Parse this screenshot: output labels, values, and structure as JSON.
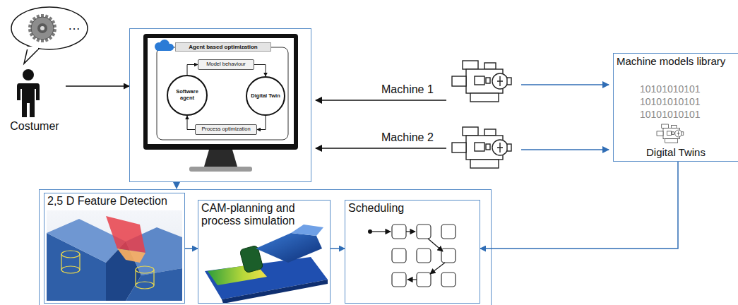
{
  "diagram": {
    "nodes": [
      {
        "text": [
          "Costumer"
        ]
      },
      {
        "text": [
          "Agent based optimization"
        ]
      },
      {
        "text": [
          "Model behaviour"
        ],
        "in": 1
      },
      {
        "text": [
          "Software agent"
        ],
        "in": 1
      },
      {
        "text": [
          "Digital Twin"
        ],
        "in": 1
      },
      {
        "text": [
          "Process optimization"
        ],
        "in": 1
      },
      {
        "text": [
          "Machine models library",
          "Digital Twins"
        ]
      },
      {
        "text": [
          "2,5 D Feature Detection"
        ]
      },
      {
        "text": [
          "CAM-planning and process simulation"
        ]
      },
      {
        "text": [
          "Scheduling"
        ]
      }
    ],
    "edges": [
      {
        "from": 0,
        "to": 1,
        "arrow": "to"
      },
      {
        "from": 3,
        "to": 2,
        "arrow": "to"
      },
      {
        "from": 2,
        "to": 4,
        "arrow": "to"
      },
      {
        "from": 4,
        "to": 5,
        "arrow": "to"
      },
      {
        "from": 5,
        "to": 3,
        "arrow": "to"
      },
      {
        "from": 7,
        "to": 8,
        "arrow": "to"
      },
      {
        "from": 8,
        "to": 9,
        "arrow": "to"
      },
      {
        "from": 6,
        "to": 9,
        "arrow": "to"
      }
    ],
    "labels": [
      "…",
      "Machine 1",
      "Machine 2",
      "10101010101",
      "10101010101",
      "10101010101"
    ]
  }
}
